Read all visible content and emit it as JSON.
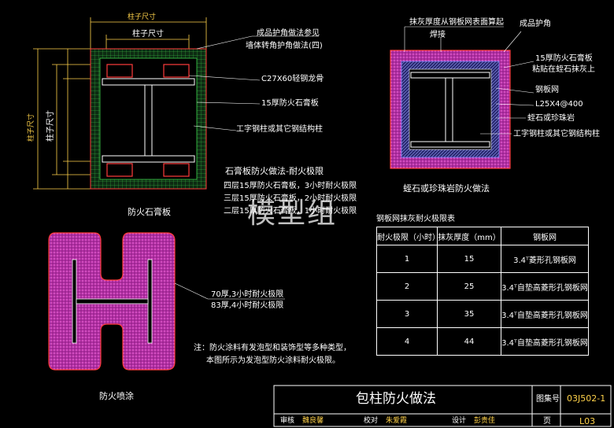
{
  "left_section": {
    "dim_top_outer": "柱子尺寸",
    "dim_top_inner": "柱子尺寸",
    "dim_left_outer": "柱子尺寸",
    "dim_left_inner": "柱子尺寸",
    "callouts": [
      "成品护角做法参见",
      "墙体转角护角做法(四)",
      "C27X60轻钢龙骨",
      "15厚防火石膏板",
      "工字钢柱或其它钢结构柱"
    ],
    "caption": "防火石膏板"
  },
  "gypsum_limits": {
    "title": "石膏板防火做法-耐火极限",
    "lines": [
      "四层15厚防火石膏板，3小时耐火极限",
      "三层15厚防火石膏板，2小时耐火极限",
      "二层15厚防火石膏板，1小时耐火极限"
    ]
  },
  "right_section": {
    "callouts": [
      "抹灰厚度从钢板网表面算起",
      "焊接",
      "成品护角",
      "15厚防火石膏板",
      "粘贴在蛭石抹灰上",
      "钢板网",
      "L25X4@400",
      "蛭石或珍珠岩",
      "工字钢柱或其它钢结构柱"
    ],
    "caption": "蛭石或珍珠岩防火做法"
  },
  "spray_section": {
    "callouts": [
      "70厚,3小时耐火极限",
      "83厚,4小时耐火极限"
    ],
    "note_lines": [
      "注：防火涂料有发泡型和装饰型等多种类型，",
      "本图所示为发泡型防火涂料耐火极限。"
    ],
    "caption": "防火喷涂"
  },
  "table": {
    "title": "钢板网抹灰耐火极限表",
    "headers": [
      "耐火极限（小时）",
      "抹灰厚度（mm）",
      "钢板网"
    ],
    "rows": [
      [
        "1",
        "15",
        "3.4ᵀ菱形孔钢板网"
      ],
      [
        "2",
        "25",
        "3.4ᵀ自垫高菱形孔钢板网"
      ],
      [
        "3",
        "35",
        "3.4ᵀ自垫高菱形孔钢板网"
      ],
      [
        "4",
        "44",
        "3.4ᵀ自垫高菱形孔钢板网"
      ]
    ]
  },
  "watermark": "模型组",
  "title_block": {
    "title": "包柱防火做法",
    "atlas_label": "图集号",
    "atlas_no": "03J502-1",
    "page_label": "页",
    "page_no": "L03",
    "review_label": "审核",
    "reviewer": "魏良馨",
    "check_label": "校对",
    "checker": "朱爱霞",
    "design_label": "设计",
    "designer": "彭贵佳"
  },
  "colors": {
    "background": "#000000",
    "outline": "#ff3b3b",
    "fill_pink": "#d23cc0",
    "hatch_blue": "#7f86ff",
    "grid_green": "#3cd04a",
    "dim_yellow": "#ffd24a"
  }
}
